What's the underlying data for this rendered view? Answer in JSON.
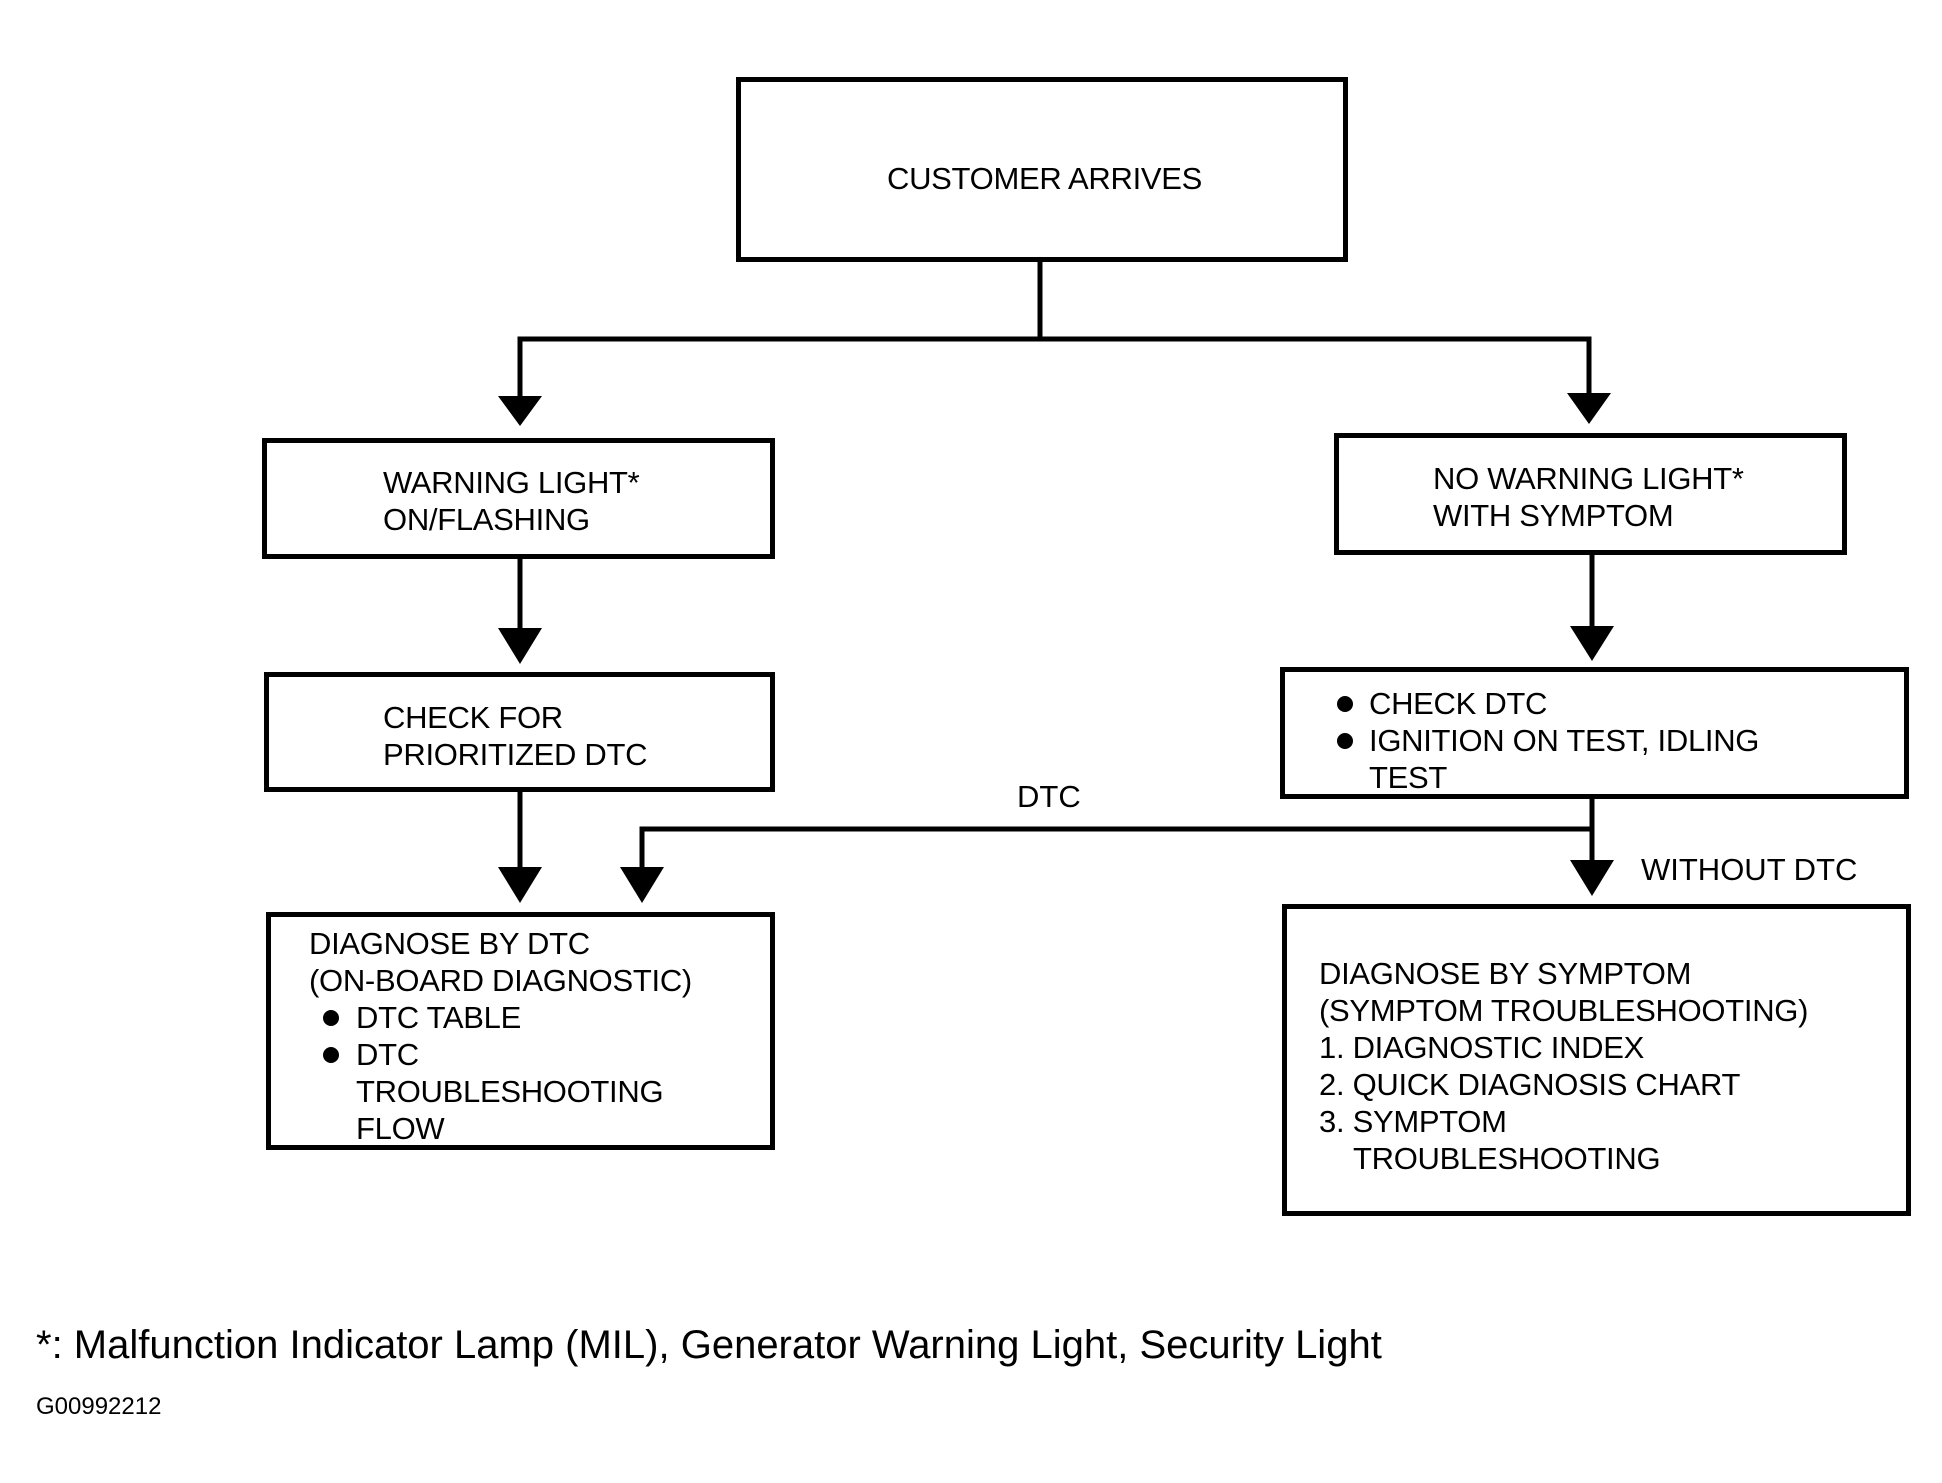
{
  "nodes": {
    "customer": {
      "lines": [
        "CUSTOMER ARRIVES"
      ]
    },
    "warning_on": {
      "lines": [
        "WARNING LIGHT*",
        "ON/FLASHING"
      ]
    },
    "no_warning": {
      "lines": [
        "NO WARNING LIGHT*",
        "WITH SYMPTOM"
      ]
    },
    "check_prioritized": {
      "lines": [
        "CHECK FOR",
        "PRIORITIZED DTC"
      ]
    },
    "check_dtc": {
      "bullets": [
        "CHECK DTC",
        "IGNITION ON TEST, IDLING"
      ],
      "continuation": "TEST"
    },
    "diagnose_dtc": {
      "lines": [
        "DIAGNOSE BY DTC",
        "(ON-BOARD DIAGNOSTIC)"
      ],
      "bullets": [
        "DTC TABLE",
        "DTC"
      ],
      "continuation": [
        "TROUBLESHOOTING",
        "FLOW"
      ]
    },
    "diagnose_symptom": {
      "lines": [
        "DIAGNOSE BY SYMPTOM",
        "(SYMPTOM TROUBLESHOOTING)",
        "1. DIAGNOSTIC INDEX",
        "2. QUICK DIAGNOSIS CHART",
        "3. SYMPTOM",
        "TROUBLESHOOTING"
      ]
    }
  },
  "edge_labels": {
    "dtc": "DTC",
    "without_dtc": "WITHOUT DTC"
  },
  "footnote": "*: Malfunction Indicator Lamp (MIL), Generator Warning Light, Security Light",
  "figure_id": "G00992212"
}
